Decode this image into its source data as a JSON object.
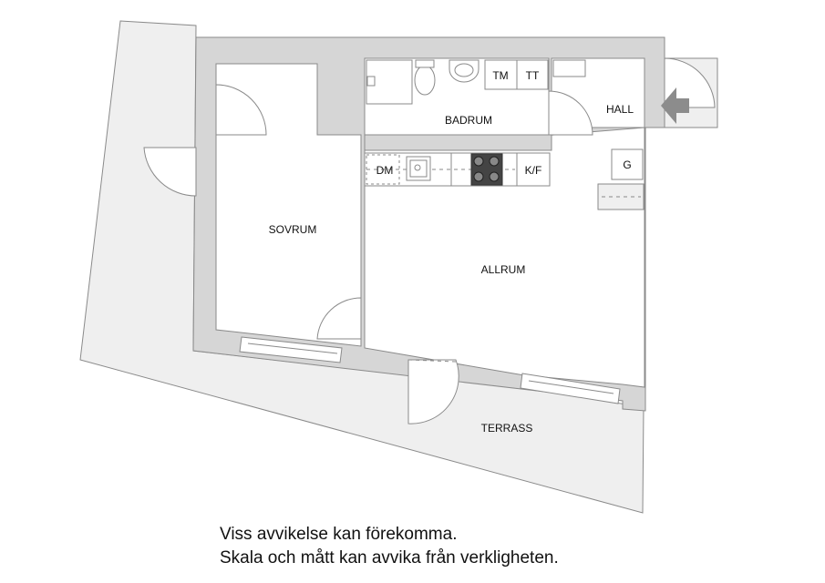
{
  "rooms": {
    "badrum": "BADRUM",
    "hall": "HALL",
    "sovrum": "SOVRUM",
    "allrum": "ALLRUM",
    "terrass": "TERRASS"
  },
  "fixtures": {
    "tm": "TM",
    "tt": "TT",
    "dm": "DM",
    "kf": "K/F",
    "g": "G"
  },
  "disclaimer": {
    "line1": "Viss avvikelse kan förekomma.",
    "line2": "Skala och mått kan avvika från verkligheten."
  },
  "colors": {
    "wall": "#d6d6d6",
    "terrace": "#efefef",
    "line": "#8a8a8a",
    "entry_arrow": "#8c8c8c"
  }
}
